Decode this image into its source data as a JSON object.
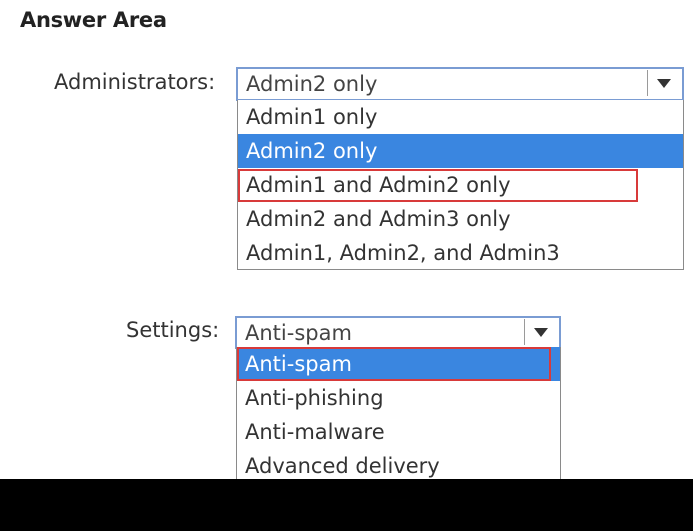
{
  "answer_area": {
    "title": "Answer Area"
  },
  "administrators": {
    "label": "Administrators:",
    "selected_value": "Admin2 only",
    "options": [
      "Admin1 only",
      "Admin2 only",
      "Admin1 and Admin2 only",
      "Admin2 and Admin3 only",
      "Admin1, Admin2, and Admin3"
    ],
    "highlighted_option": "Admin2 only",
    "marked_answer": "Admin1 and Admin2 only"
  },
  "settings": {
    "label": "Settings:",
    "selected_value": "Anti-spam",
    "options": [
      "Anti-spam",
      "Anti-phishing",
      "Anti-malware",
      "Advanced delivery"
    ],
    "highlighted_option": "Anti-spam",
    "marked_answer": "Anti-spam"
  },
  "colors": {
    "highlight": "#3a86e0",
    "answer_outline": "#d83a3a",
    "select_border": "#7a9cd3",
    "page_background": "#ffffff",
    "bottom_band": "#000000"
  },
  "icons": {
    "dropdown": "chevron-down-icon"
  }
}
